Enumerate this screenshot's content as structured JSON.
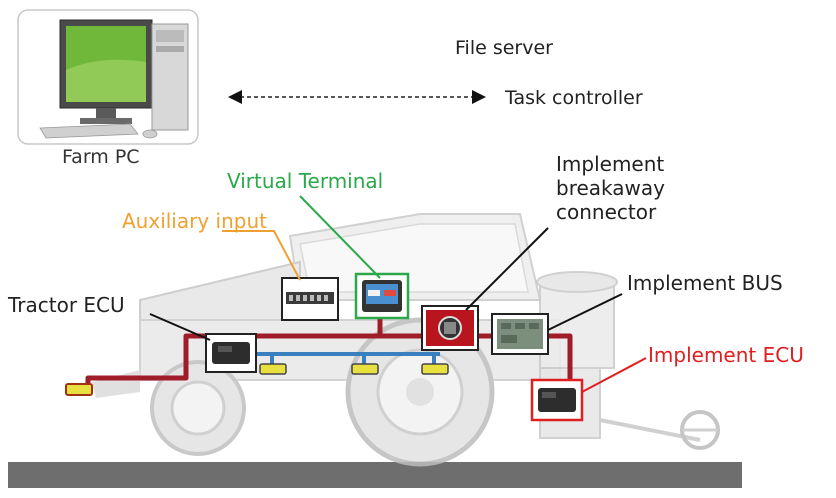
{
  "labels": {
    "farm_pc": "Farm PC",
    "file_server": "File server",
    "task_controller": "Task controller",
    "virtual_terminal": "Virtual Terminal",
    "auxiliary_input": "Auxiliary input",
    "implement_breakaway_connector": [
      "Implement",
      "breakaway",
      "connector"
    ],
    "implement_bus": "Implement BUS",
    "tractor_ecu": "Tractor ECU",
    "implement_ecu": "Implement ECU"
  },
  "colors": {
    "virtual_terminal": "#2aa84a",
    "auxiliary_input": "#f0a030",
    "implement_ecu": "#e02020",
    "can_bus_red": "#a01c28",
    "can_bus_blue": "#3a7fc0",
    "connector_yellow": "#e8e040",
    "ground": "#6e6e6e"
  },
  "icons": {
    "computer": "desktop-computer-icon",
    "tractor": "tractor-icon",
    "seeder": "seeder-implement-icon"
  }
}
